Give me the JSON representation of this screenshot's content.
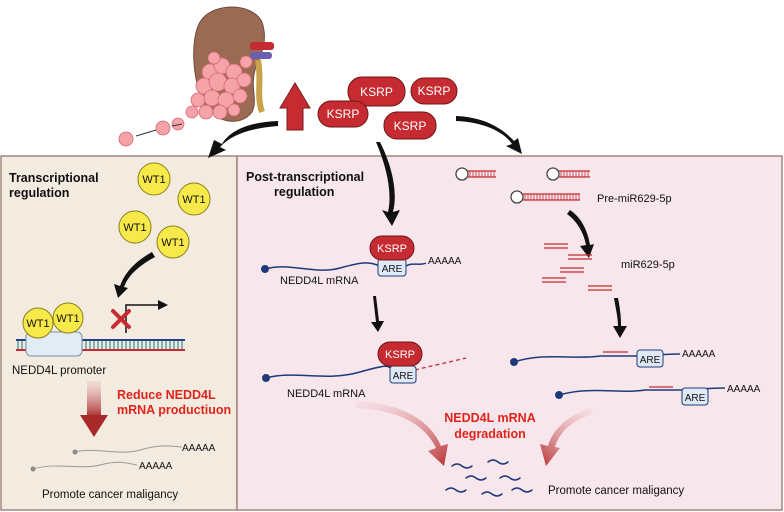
{
  "left_panel": {
    "title_line1": "Transcriptional",
    "title_line2": "regulation",
    "wt1_label": "WT1",
    "promoter_label": "NEDD4L promoter",
    "reduce_line1": "Reduce NEDD4L",
    "reduce_line2": "mRNA productiuon",
    "polya_1": "AAAAA",
    "polya_2": "AAAAA",
    "outcome": "Promote cancer maligancy"
  },
  "top": {
    "ksrp_label": "KSRP"
  },
  "right_panel": {
    "title_line1": "Post-transcriptional",
    "title_line2": "regulation",
    "ksrp_label": "KSRP",
    "are_label": "ARE",
    "mrna_label_1": "NEDD4L mRNA",
    "mrna_label_2": "NEDD4L mRNA",
    "polya_top": "AAAAA",
    "pre_mir_label": "Pre-miR629-5p",
    "mir_label": "miR629-5p",
    "polya_mir_1": "AAAAA",
    "polya_mir_2": "AAAAA",
    "degradation_line1": "NEDD4L mRNA",
    "degradation_line2": "degradation",
    "outcome": "Promote cancer maligancy"
  },
  "colors": {
    "left_panel_fill": "#f4ebe0",
    "right_panel_fill": "#f7e6ec",
    "panel_border": "#a1887f",
    "ksrp_red": "#c62b31",
    "wt1_yellow": "#f7e94a",
    "are_fill": "#dfe9f6",
    "mrna_blue": "#1f3a7a",
    "emphasis_red": "#e0241b",
    "arrow_dark_red": "#a82a2a"
  }
}
